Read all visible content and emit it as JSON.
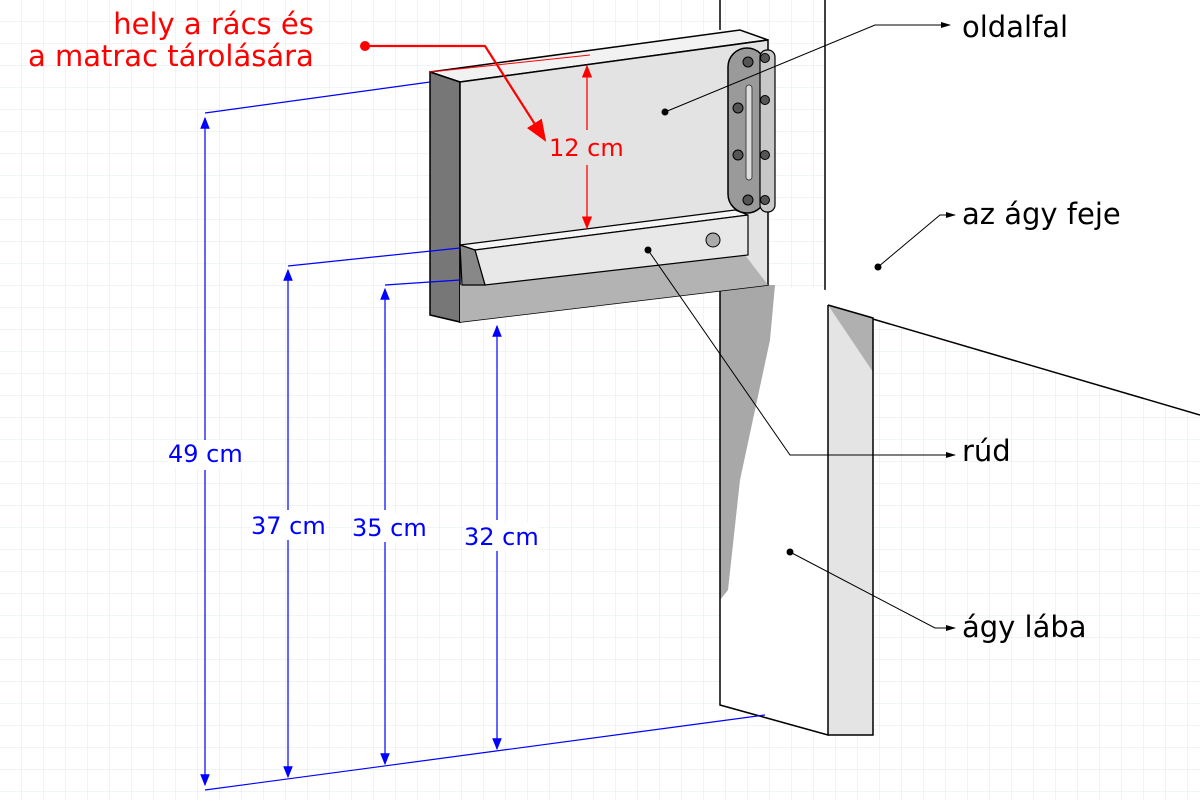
{
  "annotation_red": {
    "line1": "hely a rácsés",
    "line1_a": "hely a rács és",
    "line2": "a matrac tárolására",
    "height": "12 cm"
  },
  "labels": {
    "side_wall": "oldalfal",
    "headboard": "az ágy feje",
    "rod": "rúd",
    "bed_leg": "ágy lába"
  },
  "dimensions": {
    "total": "49 cm",
    "d37": "37 cm",
    "d35": "35 cm",
    "d32": "32 cm"
  },
  "colors": {
    "dimension": "#0000ff",
    "annotation": "#ff0000",
    "grid": "#dfe8ec"
  }
}
